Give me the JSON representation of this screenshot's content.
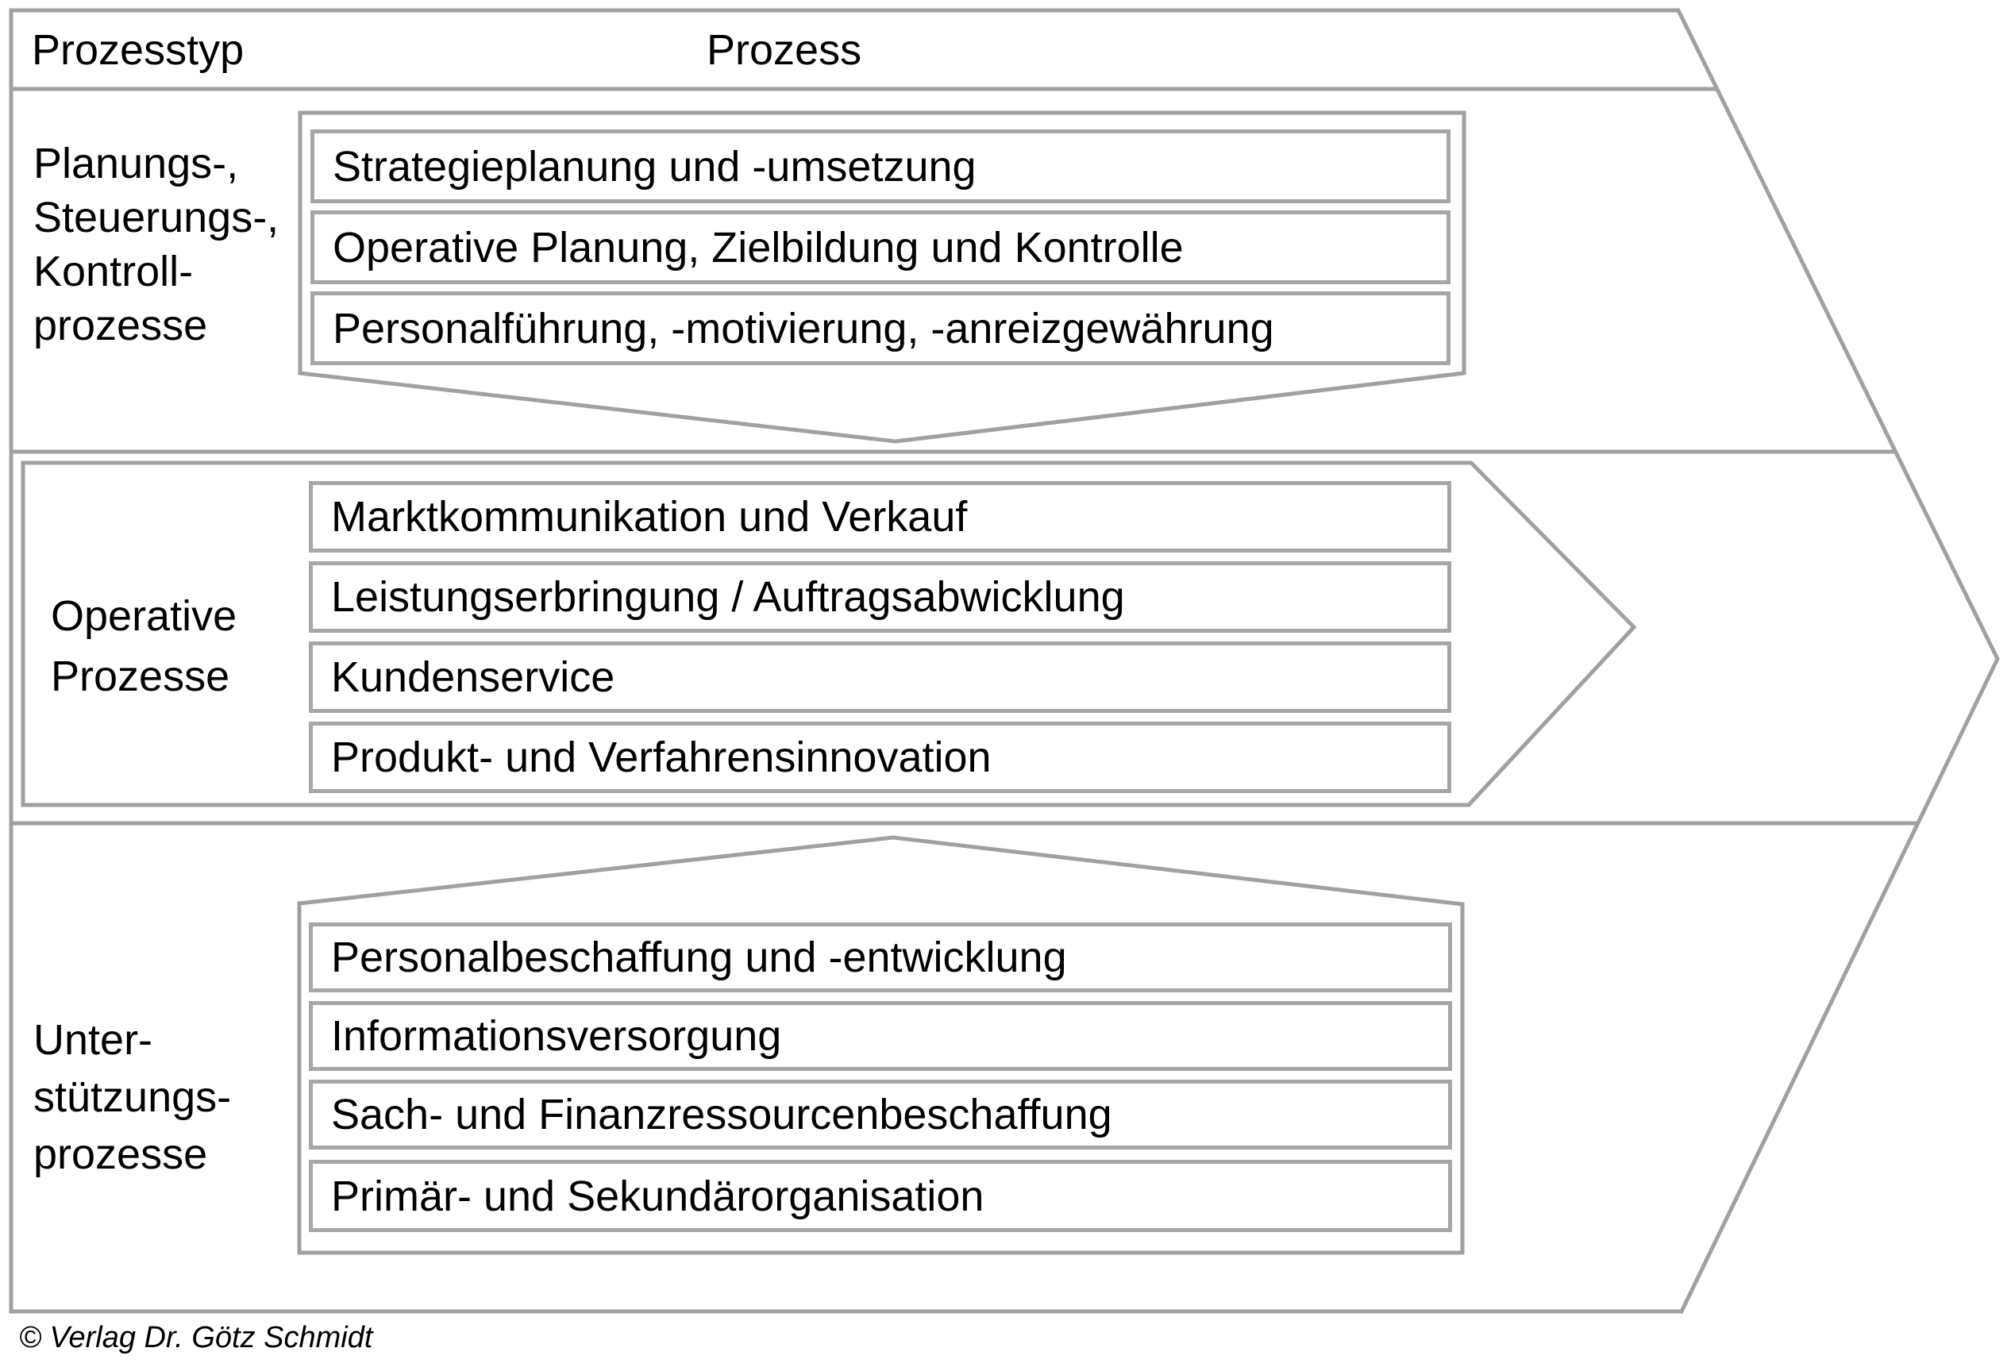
{
  "header": {
    "process_type_col": "Prozesstyp",
    "process_col": "Prozess"
  },
  "sections": [
    {
      "label_lines": [
        "Planungs-,",
        "Steuerungs-,",
        "Kontroll-",
        "prozesse"
      ],
      "processes": [
        "Strategieplanung und -umsetzung",
        "Operative Planung, Zielbildung und Kontrolle",
        "Personalführung, -motivierung, -anreizgewährung"
      ]
    },
    {
      "label_lines": [
        "Operative",
        "Prozesse"
      ],
      "processes": [
        "Marktkommunikation und Verkauf",
        "Leistungserbringung / Auftragsabwicklung",
        "Kundenservice",
        "Produkt- und Verfahrensinnovation"
      ]
    },
    {
      "label_lines": [
        "Unter-",
        "stützungs-",
        "prozesse"
      ],
      "processes": [
        "Personalbeschaffung und -entwicklung",
        "Informationsversorgung",
        "Sach- und Finanzressourcenbeschaffung",
        "Primär- und Sekundärorganisation"
      ]
    }
  ],
  "footer": {
    "copyright": "© Verlag Dr. Götz Schmidt"
  },
  "colors": {
    "outline": "#a0a0a0",
    "box_border": "#a6a6a6",
    "text": "#000000",
    "background": "#ffffff"
  }
}
